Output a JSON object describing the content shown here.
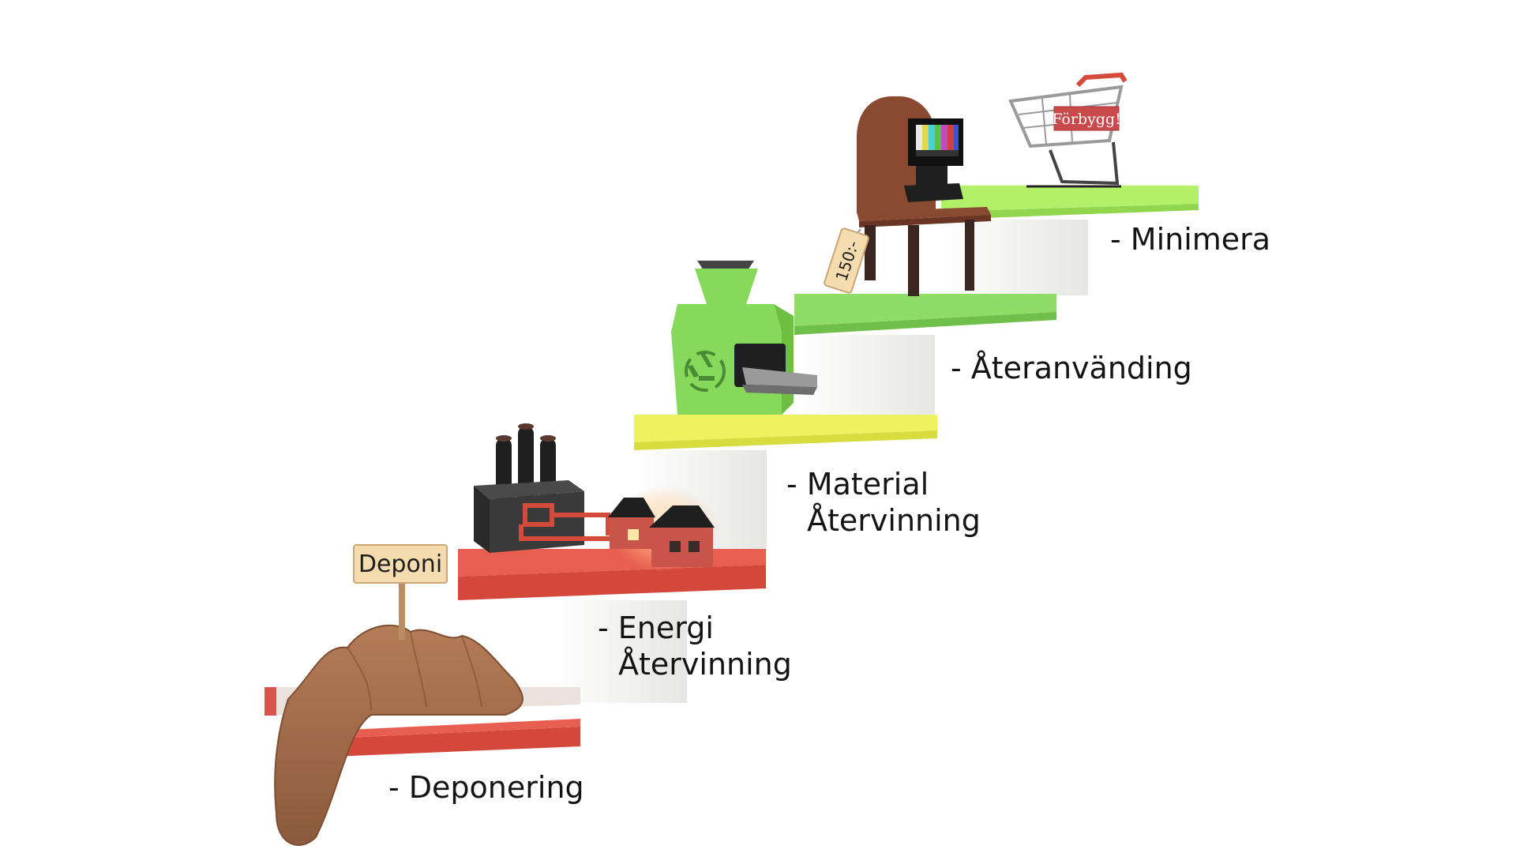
{
  "steps": [
    {
      "id": "deponering",
      "label_lines": [
        "- Deponering"
      ],
      "color": "#e0564a"
    },
    {
      "id": "energi",
      "label_lines": [
        "- Energi",
        "Återvinning"
      ],
      "color": "#e0564a"
    },
    {
      "id": "material",
      "label_lines": [
        "- Material",
        "Återvinning"
      ],
      "color": "#eef25e"
    },
    {
      "id": "ateranvandning",
      "label_lines": [
        "- Återanvänding"
      ],
      "color": "#8fdc66"
    },
    {
      "id": "minimera",
      "label_lines": [
        "- Minimera"
      ],
      "color": "#b2f06a"
    }
  ],
  "props": {
    "deponi_sign": "Deponi",
    "price_tag": "150:-",
    "cart_sign": "Förbygg!"
  },
  "colors": {
    "soil": "#a8724f",
    "soil_dark": "#7f4f33",
    "factory": "#2f2f2f",
    "pipe": "#d44b3c",
    "house": "#c9554a",
    "recycler": "#86d95b",
    "recycle_symbol": "#4a8b35",
    "chair_wood": "#8a4a32",
    "step_white": "#f6f6f4"
  },
  "icons": [
    "recycle-icon",
    "shopping-cart-icon",
    "factory-icon",
    "house-icon",
    "chair-icon",
    "computer-monitor-icon",
    "soil-pile-icon",
    "sign-icon"
  ]
}
